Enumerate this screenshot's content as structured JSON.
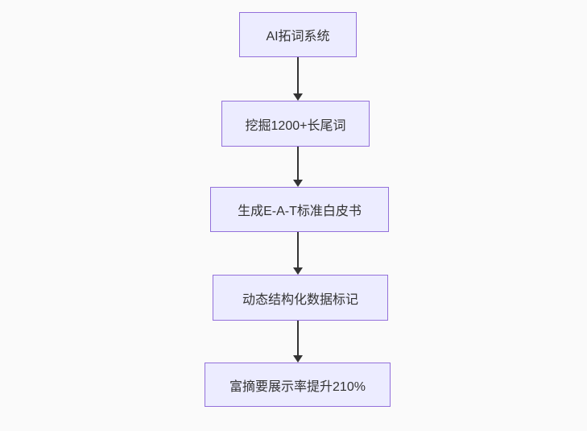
{
  "colors": {
    "canvas_bg": "#fafafa",
    "node_fill": "#ECECFF",
    "node_border": "#9370DB",
    "arrow_color": "#333333",
    "text_color": "#333333"
  },
  "flowchart": {
    "type": "flowchart",
    "direction": "top-down",
    "nodes": [
      {
        "id": "n1",
        "label": "AI拓词系统"
      },
      {
        "id": "n2",
        "label": "挖掘1200+长尾词"
      },
      {
        "id": "n3",
        "label": "生成E-A-T标准白皮书"
      },
      {
        "id": "n4",
        "label": "动态结构化数据标记"
      },
      {
        "id": "n5",
        "label": "富摘要展示率提升210%"
      }
    ],
    "edges": [
      {
        "from": "n1",
        "to": "n2",
        "style": "arrow-down"
      },
      {
        "from": "n2",
        "to": "n3",
        "style": "arrow-down"
      },
      {
        "from": "n3",
        "to": "n4",
        "style": "arrow-down"
      },
      {
        "from": "n4",
        "to": "n5",
        "style": "arrow-down"
      }
    ]
  }
}
